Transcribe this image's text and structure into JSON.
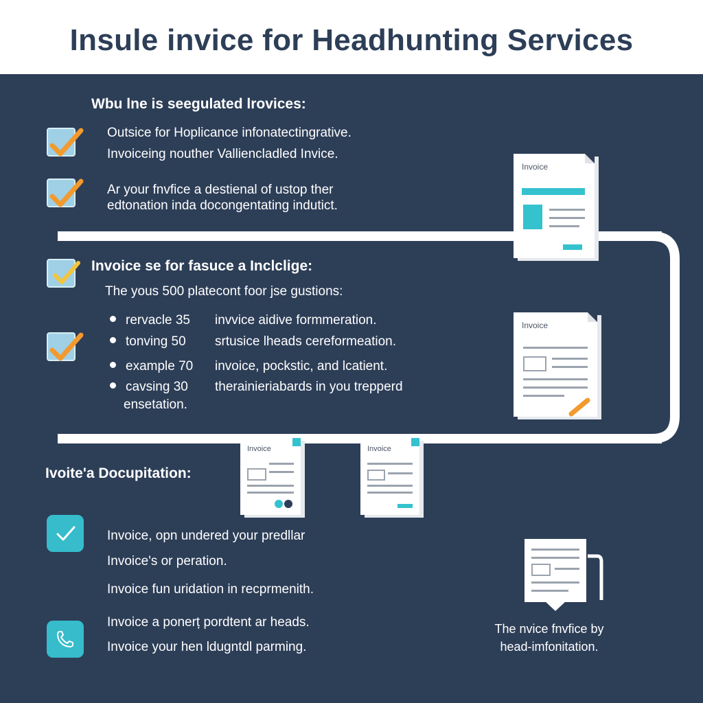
{
  "title": "Insule invice for Headhunting Services",
  "section1": {
    "heading": "Wbu lne is seegulated lrovices:",
    "items": [
      {
        "line1": "Outsice for Hoplicance infonatectingrative.",
        "line2": "Invoiceing nouther Valliencladled Invice."
      },
      {
        "line1": "Ar your fnvfice a destienal of ustop ther",
        "line2": "edtonation inda docongentating indutict."
      }
    ]
  },
  "section2": {
    "heading": "Invoice se for fasuce a Inclclige:",
    "intro": "The yous 500 platecont foor jse gustions:",
    "bullets": [
      {
        "label": "rervacle 35",
        "text": "invvice aidive formmeration."
      },
      {
        "label": "tonving 50",
        "text": "srtusice lheads cereformeation."
      },
      {
        "label": "example 70",
        "text": "invoice, pockstic, and lcatient."
      },
      {
        "label": "cavsing 30",
        "text": "therainieriabards in you trepperd",
        "cont": "ensetation."
      }
    ]
  },
  "section3": {
    "heading": "Ivoite'a Docupitation:",
    "items": [
      "Invoice, opn undered your predllar",
      "Invoice's or peration.",
      "Invoice fun uridation in recprmenith.",
      "Invoice a ponerț pordtent ar heads.",
      "Invoice your hen ldugntdl parming."
    ]
  },
  "documents": {
    "label": "Invoice"
  },
  "caption": {
    "line1": "The nvice fnvfice by",
    "line2": "head-imfonitation."
  },
  "colors": {
    "background": "#2d3e57",
    "header": "#ffffff",
    "accent": "#35c2cf",
    "check": "#f29a2e"
  },
  "icons": {
    "checkbox": "checkbox-checked-icon",
    "check": "check-icon",
    "phone": "phone-icon",
    "document": "invoice-document-icon"
  }
}
